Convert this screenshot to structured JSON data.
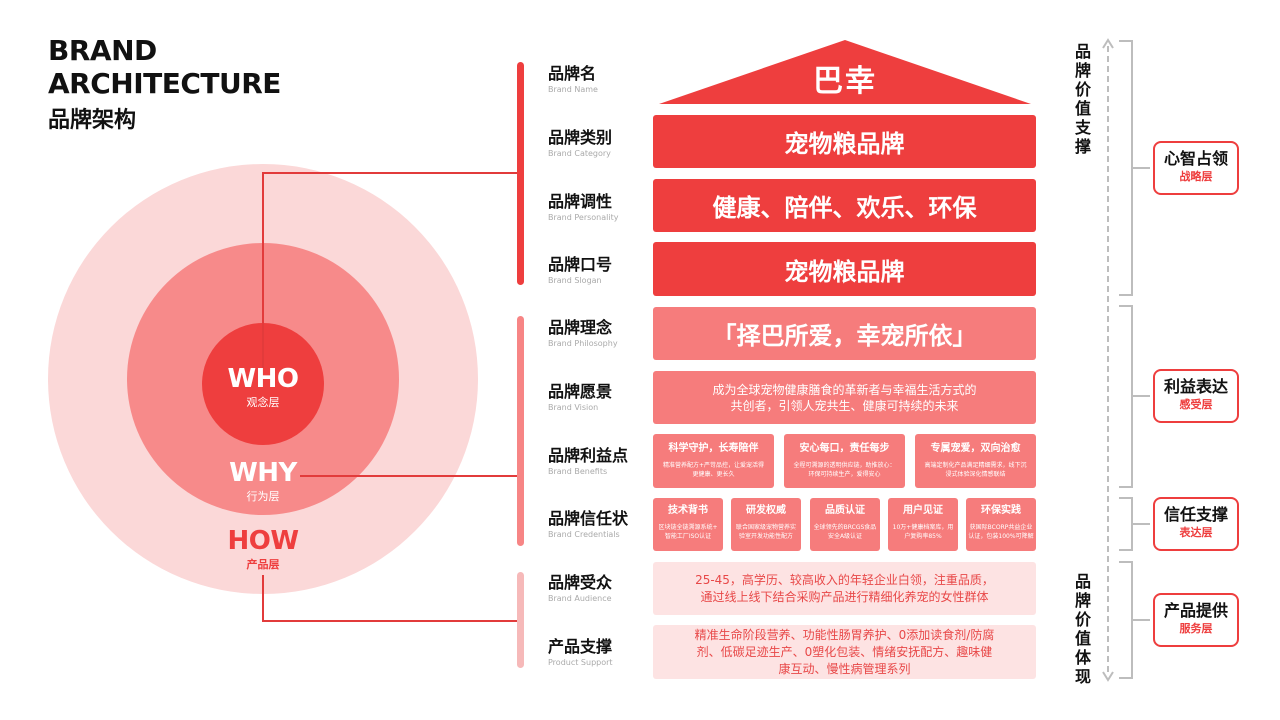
{
  "title": {
    "en_line1": "BRAND",
    "en_line2": "ARCHITECTURE",
    "cn": "品牌架构"
  },
  "circles": {
    "who": {
      "label": "WHO",
      "sub": "观念层"
    },
    "why": {
      "label": "WHY",
      "sub": "行为层"
    },
    "how": {
      "label": "HOW",
      "sub": "产品层"
    }
  },
  "brand_name": "巴幸",
  "rows": [
    {
      "cn": "品牌名",
      "en": "Brand Name"
    },
    {
      "cn": "品牌类别",
      "en": "Brand Category",
      "value": "宠物粮品牌"
    },
    {
      "cn": "品牌调性",
      "en": "Brand Personality",
      "value": "健康、陪伴、欢乐、环保"
    },
    {
      "cn": "品牌口号",
      "en": "Brand Slogan",
      "value": "宠物粮品牌"
    },
    {
      "cn": "品牌理念",
      "en": "Brand Philosophy",
      "value": "「择巴所爱，幸宠所依」"
    },
    {
      "cn": "品牌愿景",
      "en": "Brand Vision",
      "value_line1": "成为全球宠物健康膳食的革新者与幸福生活方式的",
      "value_line2": "共创者，引领人宠共生、健康可持续的未来"
    },
    {
      "cn": "品牌利益点",
      "en": "Brand Benefits"
    },
    {
      "cn": "品牌信任状",
      "en": "Brand Credentials"
    },
    {
      "cn": "品牌受众",
      "en": "Brand Audience",
      "value_line1": "25-45，高学历、较高收入的年轻企业白领，注重品质，",
      "value_line2": "通过线上线下结合采购产品进行精细化养宠的女性群体"
    },
    {
      "cn": "产品支撑",
      "en": "Product Support",
      "value_line1": "精准生命阶段营养、功能性肠胃养护、0添加读食剂/防腐",
      "value_line2": "剂、低碳足迹生产、0塑化包装、情绪安抚配方、趣味健",
      "value_line3": "康互动、慢性病管理系列"
    }
  ],
  "benefits": [
    {
      "title": "科学守护，长寿陪伴",
      "desc1": "精准营养配方+严苛品控，让爱宠活得",
      "desc2": "更健康、更长久"
    },
    {
      "title": "安心每口，责任每步",
      "desc1": "全程可溯源的透明供应链，助推放心：",
      "desc2": "环保可持续生产，爱得安心"
    },
    {
      "title": "专属宠爱，双向治愈",
      "desc1": "高端定制化产品满足精细需求，线下沉",
      "desc2": "浸式体验深化情感联结"
    }
  ],
  "credentials": [
    {
      "title": "技术背书",
      "desc1": "区块链全链溯源系统+",
      "desc2": "智能工厂ISO认证"
    },
    {
      "title": "研发权威",
      "desc1": "联合国家级宠物营养实",
      "desc2": "验室开发功能性配方"
    },
    {
      "title": "品质认证",
      "desc1": "全球领先的BRCGS食品",
      "desc2": "安全A级认证"
    },
    {
      "title": "用户见证",
      "desc1": "10万+健康档案库，用",
      "desc2": "户复购率85%"
    },
    {
      "title": "环保实践",
      "desc1": "获国际BCORP共益企业",
      "desc2": "认证，包装100%可降解"
    }
  ],
  "right": {
    "top_vertical": "品牌价值支撑",
    "bottom_vertical": "品牌价值体现",
    "levels": [
      {
        "main": "心智占领",
        "sub": "战略层"
      },
      {
        "main": "利益表达",
        "sub": "感受层"
      },
      {
        "main": "信任支撑",
        "sub": "表达层"
      },
      {
        "main": "产品提供",
        "sub": "服务层"
      }
    ]
  },
  "colors": {
    "red": "#ee3e3e",
    "mid": "#f67c7c",
    "light": "#fde3e3",
    "pale": "#fbd8d8"
  }
}
